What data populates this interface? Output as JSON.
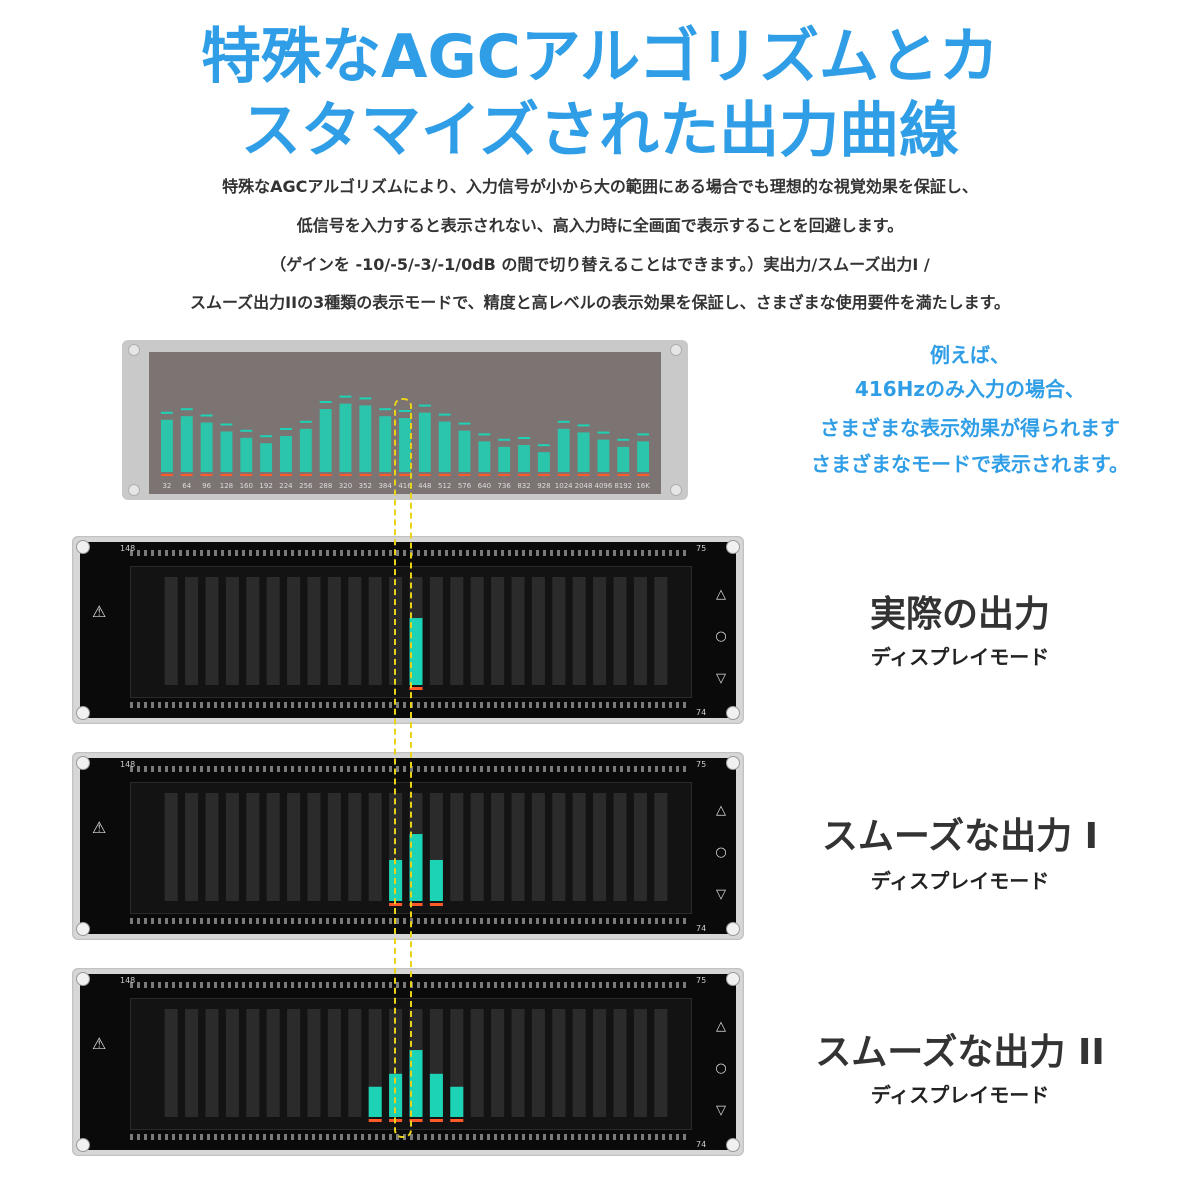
{
  "header": {
    "title_line1": "特殊なAGCアルゴリズムとカ",
    "title_line2": "スタマイズされた出力曲線"
  },
  "description": {
    "line1": "特殊なAGCアルゴリズムにより、入力信号が小から大の範囲にある場合でも理想的な視覚効果を保証し、",
    "line2": "低信号を入力すると表示されない、高入力時に全画面で表示することを回避します。",
    "line3": "（ゲインを -10/-5/-3/-1/0dB の間で切り替えることはできます。）実出力/スムーズ出力I /",
    "line4": "スムーズ出力IIの3種類の表示モードで、精度と高レベルの表示効果を保証し、さまざまな使用要件を満たします。"
  },
  "note": {
    "line1": "例えば、",
    "line2": "416Hzのみ入力の場合、",
    "line3": "さまざまな表示効果が得られます",
    "line4": "さまざまなモードで表示されます。"
  },
  "preview_panel": {
    "frequency_labels": [
      "32",
      "64",
      "96",
      "128",
      "160",
      "192",
      "224",
      "256",
      "288",
      "320",
      "352",
      "384",
      "416",
      "448",
      "512",
      "576",
      "640",
      "736",
      "832",
      "928",
      "1024",
      "2048",
      "4096",
      "8192",
      "16K"
    ],
    "bar_levels": [
      0.58,
      0.62,
      0.55,
      0.45,
      0.38,
      0.32,
      0.4,
      0.48,
      0.7,
      0.76,
      0.74,
      0.62,
      0.6,
      0.66,
      0.56,
      0.46,
      0.34,
      0.28,
      0.3,
      0.22,
      0.48,
      0.44,
      0.36,
      0.28,
      0.34
    ]
  },
  "devices": [
    {
      "mode_title": "実際の出力",
      "mode_subtitle": "ディスプレイモード",
      "label_left": "148",
      "label_right": "75",
      "label_bottom": "74",
      "levels": [
        0,
        0,
        0,
        0,
        0,
        0,
        0,
        0,
        0,
        0,
        0,
        0,
        0.62,
        0,
        0,
        0,
        0,
        0,
        0,
        0,
        0,
        0,
        0,
        0,
        0
      ]
    },
    {
      "mode_title": "スムーズな出力 I",
      "mode_subtitle": "ディスプレイモード",
      "label_left": "148",
      "label_right": "75",
      "label_bottom": "74",
      "levels": [
        0,
        0,
        0,
        0,
        0,
        0,
        0,
        0,
        0,
        0,
        0,
        0.38,
        0.62,
        0.38,
        0,
        0,
        0,
        0,
        0,
        0,
        0,
        0,
        0,
        0,
        0
      ]
    },
    {
      "mode_title": "スムーズな出力 II",
      "mode_subtitle": "ディスプレイモード",
      "label_left": "148",
      "label_right": "75",
      "label_bottom": "74",
      "levels": [
        0,
        0,
        0,
        0,
        0,
        0,
        0,
        0,
        0,
        0,
        0.28,
        0.4,
        0.62,
        0.4,
        0.28,
        0,
        0,
        0,
        0,
        0,
        0,
        0,
        0,
        0,
        0
      ]
    }
  ],
  "colors": {
    "accent": "#2f9ee6",
    "bar": "#1dd3b5",
    "peak": "#ff5a2a",
    "highlight": "#e8d21a"
  },
  "icons": {
    "up": "up-triangle-icon",
    "mode": "circle-icon",
    "down": "down-triangle-icon",
    "warning": "warning-icon"
  }
}
